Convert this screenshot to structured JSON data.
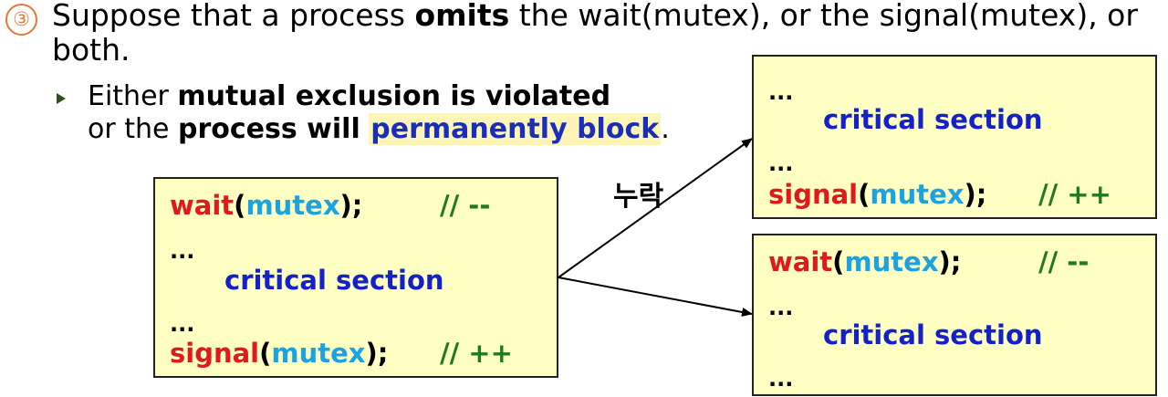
{
  "heading": {
    "number": "③",
    "text_prefix": "Suppose that a process ",
    "text_bold": "omits",
    "text_suffix": " the wait(mutex), or the signal(mutex), or both."
  },
  "bullet": {
    "part1_prefix": "Either ",
    "part1_bold": "mutual exclusion is violated",
    "part2_prefix": "or the ",
    "part2_bold": "process will",
    "part2_highlight": "permanently block",
    "part2_suffix": "."
  },
  "arrow_label": "누락",
  "code": {
    "wait_kw": "wait",
    "signal_kw": "signal",
    "open_paren": "(",
    "arg": "mutex",
    "close": ");",
    "comment_wait": "// --",
    "comment_signal": "// ++",
    "dots": "...",
    "critical": "critical section"
  },
  "colors": {
    "box_fill": "#ffffc4",
    "keyword": "#e01a1a",
    "argument": "#1aa3e0",
    "comment": "#1e7a1e",
    "critical_section": "#1421c8",
    "highlight_bg": "#fff5b8",
    "number_accent": "#e07a3c"
  }
}
